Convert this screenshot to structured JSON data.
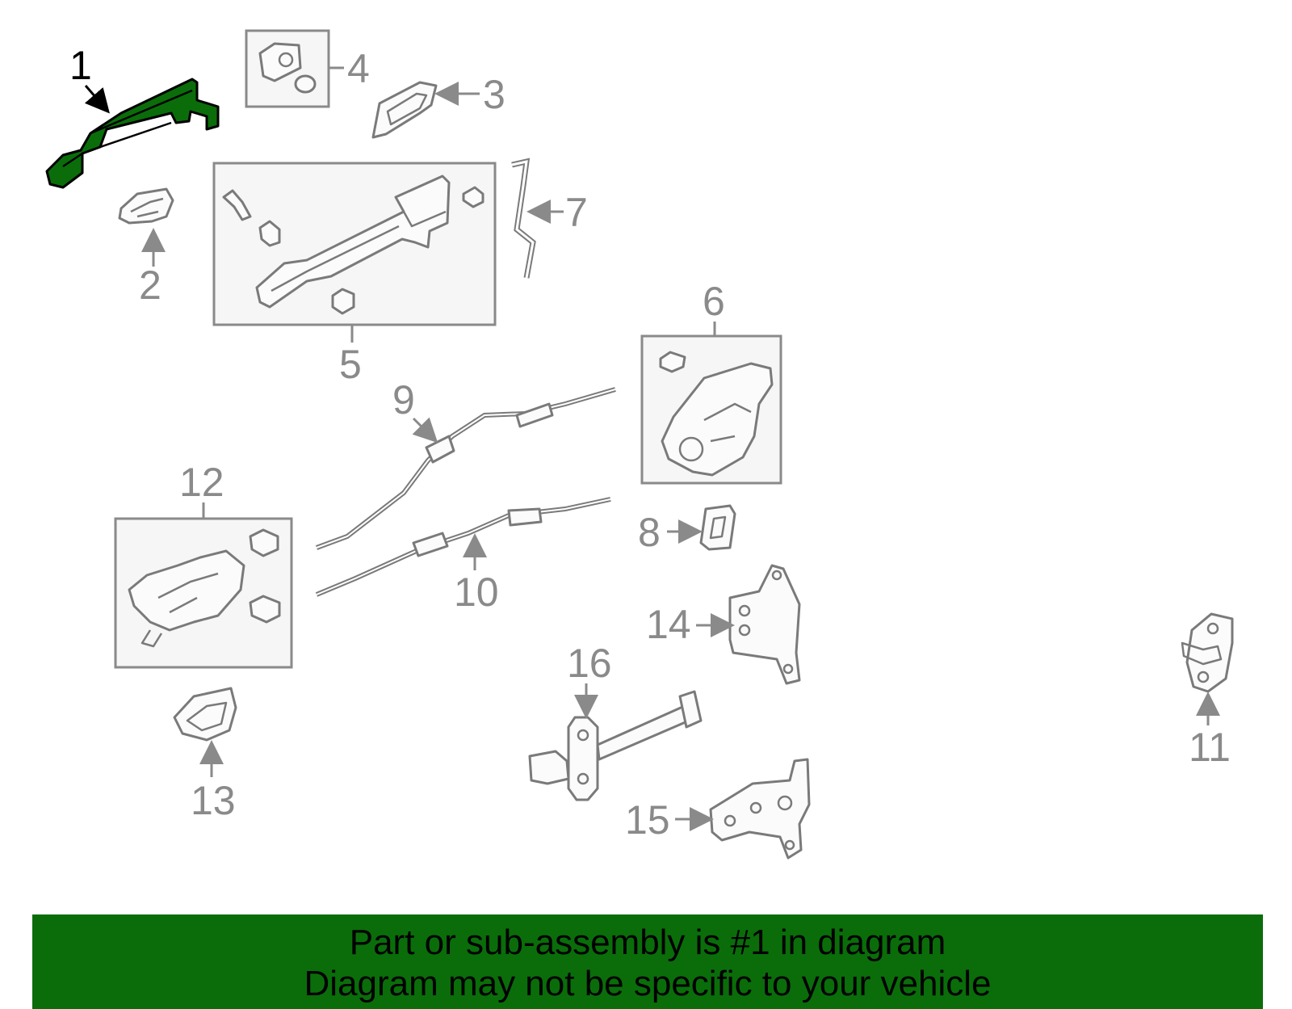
{
  "highlight_color": "#0a6d0a",
  "callouts": {
    "c1": "1",
    "c2": "2",
    "c3": "3",
    "c4": "4",
    "c5": "5",
    "c6": "6",
    "c7": "7",
    "c8": "8",
    "c9": "9",
    "c10": "10",
    "c11": "11",
    "c12": "12",
    "c13": "13",
    "c14": "14",
    "c15": "15",
    "c16": "16"
  },
  "highlighted_part": "1",
  "banner": {
    "line1": "Part or sub-assembly is #1 in diagram",
    "line2": "Diagram may not be specific to your vehicle"
  }
}
